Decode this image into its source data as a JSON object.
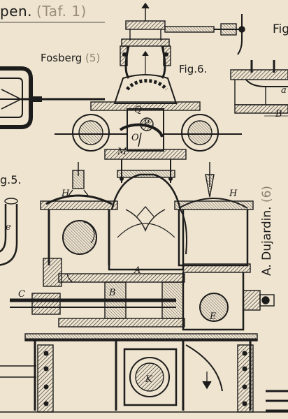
{
  "header": {
    "title_fragment": "pen.",
    "plate": "(Taf. 1)"
  },
  "labels": {
    "fig_top_right": "Fig",
    "fosberg": "Fosberg",
    "fosberg_number": "(5)",
    "fig6": "Fig.6.",
    "fig5_fragment": "g.5.",
    "dujardin": "A. Dujardin.",
    "dujardin_number": "(6)"
  },
  "parts": {
    "H_left": "H",
    "H_right": "H",
    "Q": "Q",
    "P": "P",
    "O": "O",
    "M": "M",
    "A": "A",
    "B": "B",
    "C": "C",
    "K": "K",
    "E": "E",
    "e": "e",
    "a": "a",
    "B_right": "B"
  }
}
